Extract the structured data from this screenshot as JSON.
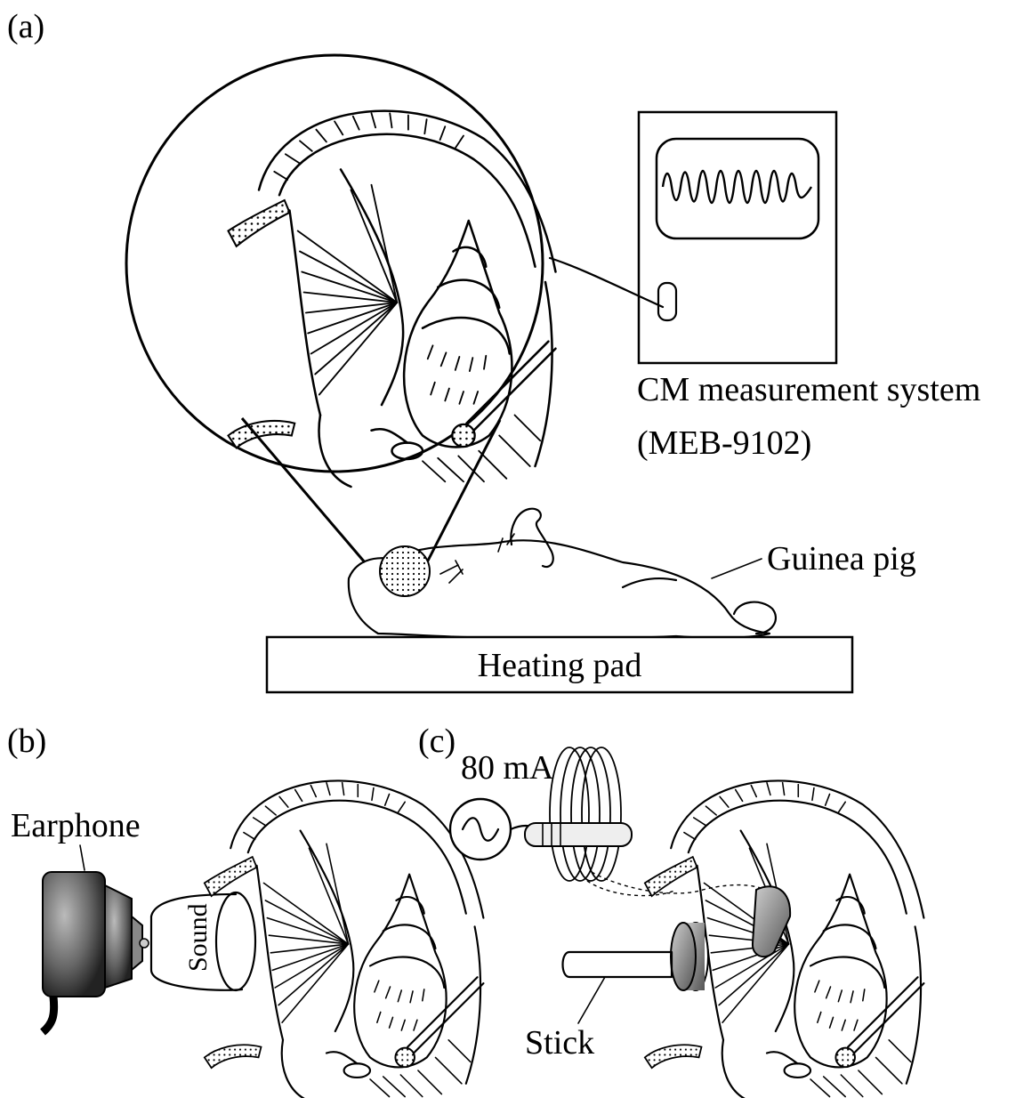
{
  "panels": {
    "a": {
      "label": "(a)"
    },
    "b": {
      "label": "(b)"
    },
    "c": {
      "label": "(c)"
    }
  },
  "labels": {
    "cm_system_line1": "CM measurement system",
    "cm_system_line2": "(MEB-9102)",
    "guinea_pig": "Guinea pig",
    "heating_pad": "Heating pad",
    "earphone": "Earphone",
    "sound": "Sound",
    "current": "80 mA",
    "stick": "Stick"
  }
}
